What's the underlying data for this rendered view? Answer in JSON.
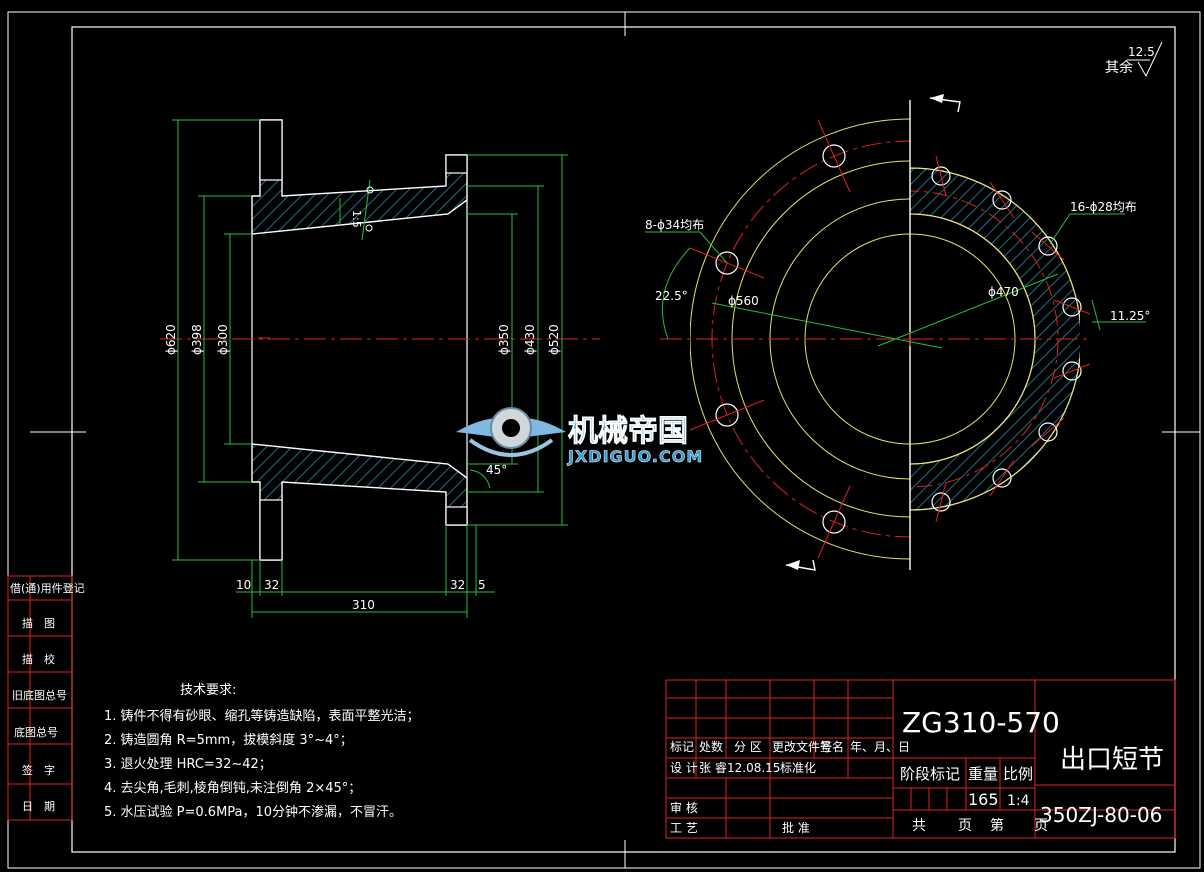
{
  "drawing": {
    "roughness": {
      "label": "其余",
      "value": "12.5"
    },
    "dims": {
      "d620": "ϕ620",
      "d398": "ϕ398",
      "d300": "ϕ300",
      "d350": "ϕ350",
      "d430": "ϕ430",
      "d520": "ϕ520",
      "w10": "10",
      "w32a": "32",
      "w310": "310",
      "w32b": "32",
      "w5": "5",
      "taper": "1:5",
      "chamfer": "45°"
    },
    "flange": {
      "holes8": "8-ϕ34均布",
      "holes16": "16-ϕ28均布",
      "angle1": "22.5°",
      "angle2": "11.25°",
      "d560": "ϕ560",
      "d470": "ϕ470"
    }
  },
  "watermark": {
    "name": "机械帝国",
    "url": "JXDIGUO.COM"
  },
  "tech": {
    "title": "技术要求:",
    "items": [
      "1. 铸件不得有砂眼、缩孔等铸造缺陷，表面平整光洁；",
      "2. 铸造圆角 R=5mm，拔模斜度 3°~4°；",
      "3. 退火处理 HRC=32~42；",
      "4. 去尖角,毛刺,棱角倒钝,未注倒角 2×45°；",
      "5. 水压试验 P=0.6MPa，10分钟不渗漏，不冒汗。"
    ]
  },
  "side_labels": [
    "借(通)用件登记",
    "描　图",
    "描　校",
    "旧底图总号",
    "底图总号",
    "签　字",
    "日　期"
  ],
  "title_block": {
    "material": "ZG310-570",
    "part_name": "出口短节",
    "drawing_no": "350ZJ-80-06",
    "header_row": [
      "标记",
      "处数",
      "分 区",
      "更改文件号",
      "签名",
      "年、月、日"
    ],
    "design_row": [
      "设 计",
      "张 睿",
      "12.08.15",
      "标准化"
    ],
    "review": "审 核",
    "process": "工 艺",
    "approve": "批 准",
    "stage": "阶段标记",
    "weight_label": "重量",
    "scale_label": "比例",
    "weight": "165",
    "scale": "1:4",
    "total": "共",
    "sheet_unit": "页",
    "sheet_no": "第",
    "sheet_unit2": "页"
  }
}
